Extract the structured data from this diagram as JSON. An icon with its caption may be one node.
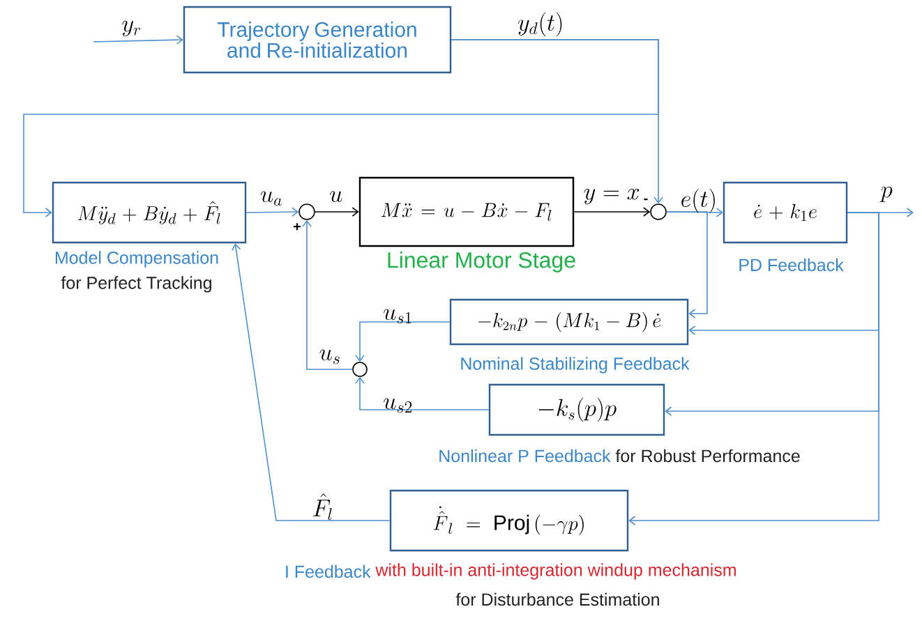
{
  "diagram": {
    "nodes": [
      {
        "text": [
          "Trajectory Generation and Re-initialization"
        ]
      },
      {
        "text": [
          "M\\ddot{y}_d + B\\dot{y}_d + \\hat{F}_l"
        ],
        "beside": [
          "Model Compensation",
          "for Perfect Tracking"
        ]
      },
      {
        "text": [],
        "shape": "circle"
      },
      {
        "text": [
          "M\\ddot{x} = u - B\\dot{x} - F_l"
        ],
        "beside": [
          "Linear Motor Stage"
        ]
      },
      {
        "text": [],
        "shape": "circle"
      },
      {
        "text": [
          "\\dot{e} + k_1 e"
        ],
        "beside": [
          "PD Feedback"
        ]
      },
      {
        "text": [
          "-k_{2n}p - \\left(Mk_1 - B\\right)\\dot{e}"
        ],
        "beside": [
          "Nominal Stabilizing Feedback"
        ]
      },
      {
        "text": [],
        "shape": "circle"
      },
      {
        "text": [
          "-k_s(p)p"
        ],
        "beside": [
          "Nonlinear P Feedback",
          "for Robust Performance"
        ]
      },
      {
        "text": [
          "\\dot{\\hat{F}}_l = \\mathrm{Proj}\\left(-\\gamma p\\right)"
        ],
        "beside": [
          "I Feedback",
          "with built-in anti-integration windup mechanism",
          "for Disturbance Estimation"
        ]
      }
    ],
    "edges": [
      {
        "from": null,
        "to": 0,
        "arrow": "to",
        "label": "y_r"
      },
      {
        "from": 0,
        "to": 4,
        "arrow": "to",
        "label": "y_d(t)"
      },
      {
        "from": 0,
        "to": 1,
        "arrow": "to"
      },
      {
        "from": 1,
        "to": 2,
        "arrow": "to",
        "label": "u_a"
      },
      {
        "from": 2,
        "to": 3,
        "arrow": "to",
        "label": "u",
        "color": "#000000"
      },
      {
        "from": 3,
        "to": 4,
        "arrow": "to",
        "label": "y=x",
        "color": "#000000"
      },
      {
        "from": 4,
        "to": 5,
        "arrow": "to",
        "label": "e(t)"
      },
      {
        "from": 5,
        "to": null,
        "arrow": "to",
        "label": "p"
      },
      {
        "from": 4,
        "to": 6,
        "arrow": "to"
      },
      {
        "from": 5,
        "to": 6,
        "arrow": "to"
      },
      {
        "from": 5,
        "to": 8,
        "arrow": "to"
      },
      {
        "from": 5,
        "to": 9,
        "arrow": "to"
      },
      {
        "from": 6,
        "to": 7,
        "arrow": "to",
        "label": "u_{s1}"
      },
      {
        "from": 8,
        "to": 7,
        "arrow": "to",
        "label": "u_{s2}"
      },
      {
        "from": 7,
        "to": 2,
        "arrow": "to",
        "label": "u_s"
      },
      {
        "from": 9,
        "to": 1,
        "arrow": "to",
        "label": "\\hat{F}_l"
      }
    ],
    "labels": [
      "-",
      "+"
    ]
  }
}
